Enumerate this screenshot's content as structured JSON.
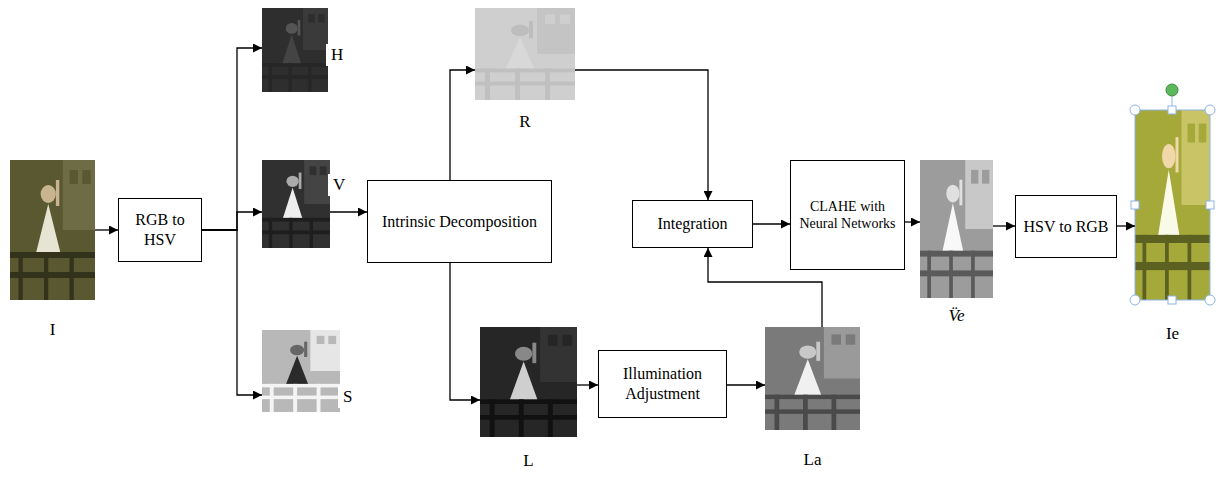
{
  "diagram": {
    "nodes": [
      {
        "text": [
          "I"
        ]
      },
      {
        "text": [
          "RGB to HSV"
        ]
      },
      {
        "text": [
          "H"
        ]
      },
      {
        "text": [
          "V"
        ]
      },
      {
        "text": [
          "S"
        ]
      },
      {
        "text": [
          "Intrinsic Decomposition"
        ]
      },
      {
        "text": [
          "R"
        ]
      },
      {
        "text": [
          "L"
        ]
      },
      {
        "text": [
          "Illumination Adjustment"
        ]
      },
      {
        "text": [
          "La"
        ]
      },
      {
        "text": [
          "Integration"
        ]
      },
      {
        "text": [
          "CLAHE with Neural Networks"
        ]
      },
      {
        "text": [
          "V̈e"
        ]
      },
      {
        "text": [
          "HSV to RGB"
        ]
      },
      {
        "text": [
          "Ie"
        ]
      }
    ],
    "edges": [
      {
        "from": 0,
        "to": 1,
        "arrow": "to"
      },
      {
        "from": 1,
        "to": 2,
        "arrow": "to"
      },
      {
        "from": 1,
        "to": 3,
        "arrow": "to"
      },
      {
        "from": 1,
        "to": 4,
        "arrow": "to"
      },
      {
        "from": 3,
        "to": 5,
        "arrow": "to"
      },
      {
        "from": 5,
        "to": 6,
        "arrow": "to"
      },
      {
        "from": 5,
        "to": 7,
        "arrow": "to"
      },
      {
        "from": 7,
        "to": 8,
        "arrow": "to"
      },
      {
        "from": 8,
        "to": 9,
        "arrow": "to"
      },
      {
        "from": 6,
        "to": 10,
        "arrow": "to"
      },
      {
        "from": 9,
        "to": 10,
        "arrow": "to"
      },
      {
        "from": 10,
        "to": 11,
        "arrow": "to"
      },
      {
        "from": 11,
        "to": 12,
        "arrow": "to"
      },
      {
        "from": 12,
        "to": 13,
        "arrow": "to"
      },
      {
        "from": 13,
        "to": 14,
        "arrow": "to"
      }
    ]
  }
}
